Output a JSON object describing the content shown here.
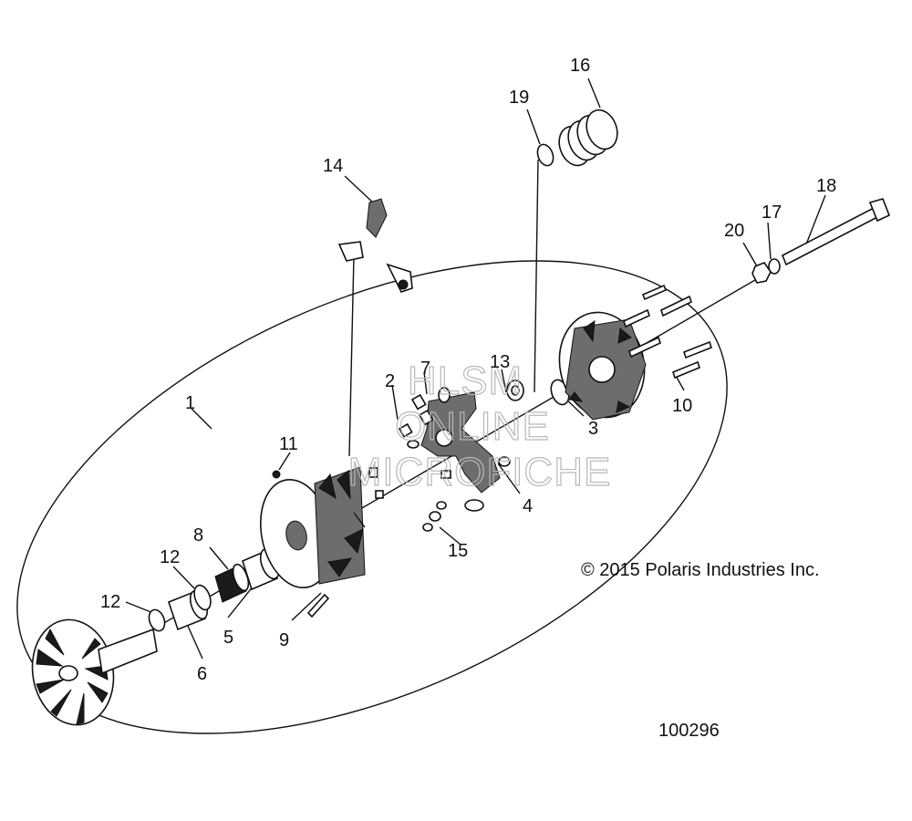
{
  "diagram": {
    "callouts": {
      "c1": "1",
      "c2": "2",
      "c3": "3",
      "c4": "4",
      "c5": "5",
      "c6": "6",
      "c7": "7",
      "c8": "8",
      "c9": "9",
      "c10": "10",
      "c11": "11",
      "c12a": "12",
      "c12b": "12",
      "c13": "13",
      "c14": "14",
      "c15": "15",
      "c16": "16",
      "c17": "17",
      "c18": "18",
      "c19": "19",
      "c20": "20"
    },
    "copyright": "© 2015 Polaris Industries Inc.",
    "figure_id": "100296",
    "watermark": [
      "HLSM",
      "ONLINE",
      "MICROFICHE"
    ],
    "colors": {
      "line": "#111111",
      "watermark": "#b8b8b8",
      "background": "#ffffff"
    }
  }
}
